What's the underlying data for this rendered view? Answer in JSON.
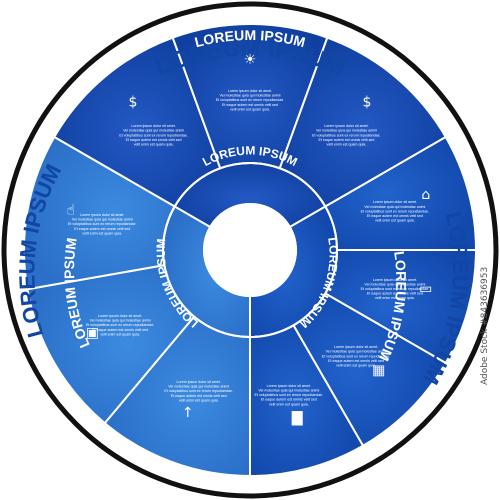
{
  "outer_ring": {
    "top": "LOREUM IPSUM",
    "left": "LOREUM IPSUM",
    "right": "LOREUM IPSUM"
  },
  "group_titles": {
    "top": "LOREUM IPSUM",
    "left": "LOREUM IPSUM",
    "right": "LOREUM IPSUM"
  },
  "inner_titles": {
    "top": "LOREUM IPSUM",
    "left": "LOREUM IPSUM",
    "right": "LOREUM IPSUM"
  },
  "body_text": [
    "Lorem ipsum dolor sit amet.",
    "Vel molestiae quia qui molestiae animi",
    "Et voluptatibus sunt ex rerum repudiandae.",
    "Et eaque autem est omnis velit sed",
    "velit enim est quam quia."
  ],
  "segments": [
    {
      "id": "money-bag",
      "group": "top",
      "icon": "money-bag-icon"
    },
    {
      "id": "idea",
      "group": "top",
      "icon": "lightbulb-icon"
    },
    {
      "id": "investment",
      "group": "top",
      "icon": "hands-coin-icon"
    },
    {
      "id": "bank",
      "group": "right",
      "icon": "bank-icon"
    },
    {
      "id": "cash",
      "group": "right",
      "icon": "banknote-icon"
    },
    {
      "id": "calculator",
      "group": "right",
      "icon": "calculator-icon"
    },
    {
      "id": "growth",
      "group": "right",
      "icon": "bar-chart-icon"
    },
    {
      "id": "launch",
      "group": "left",
      "icon": "rocket-icon"
    },
    {
      "id": "safe",
      "group": "left",
      "icon": "safe-icon"
    },
    {
      "id": "like",
      "group": "left",
      "icon": "thumbs-up-icon"
    }
  ],
  "watermark": {
    "id": "#843636953",
    "brand": "Adobe Stock"
  },
  "colors": {
    "ring_dark": "#0c3a96",
    "ring_light": "#1f5fc4",
    "top_group": "#1a4fb6",
    "left_group": "#2e79d2",
    "right_group": "#1b56bd",
    "title_blue": "#1146a4",
    "outline": "#111111"
  }
}
